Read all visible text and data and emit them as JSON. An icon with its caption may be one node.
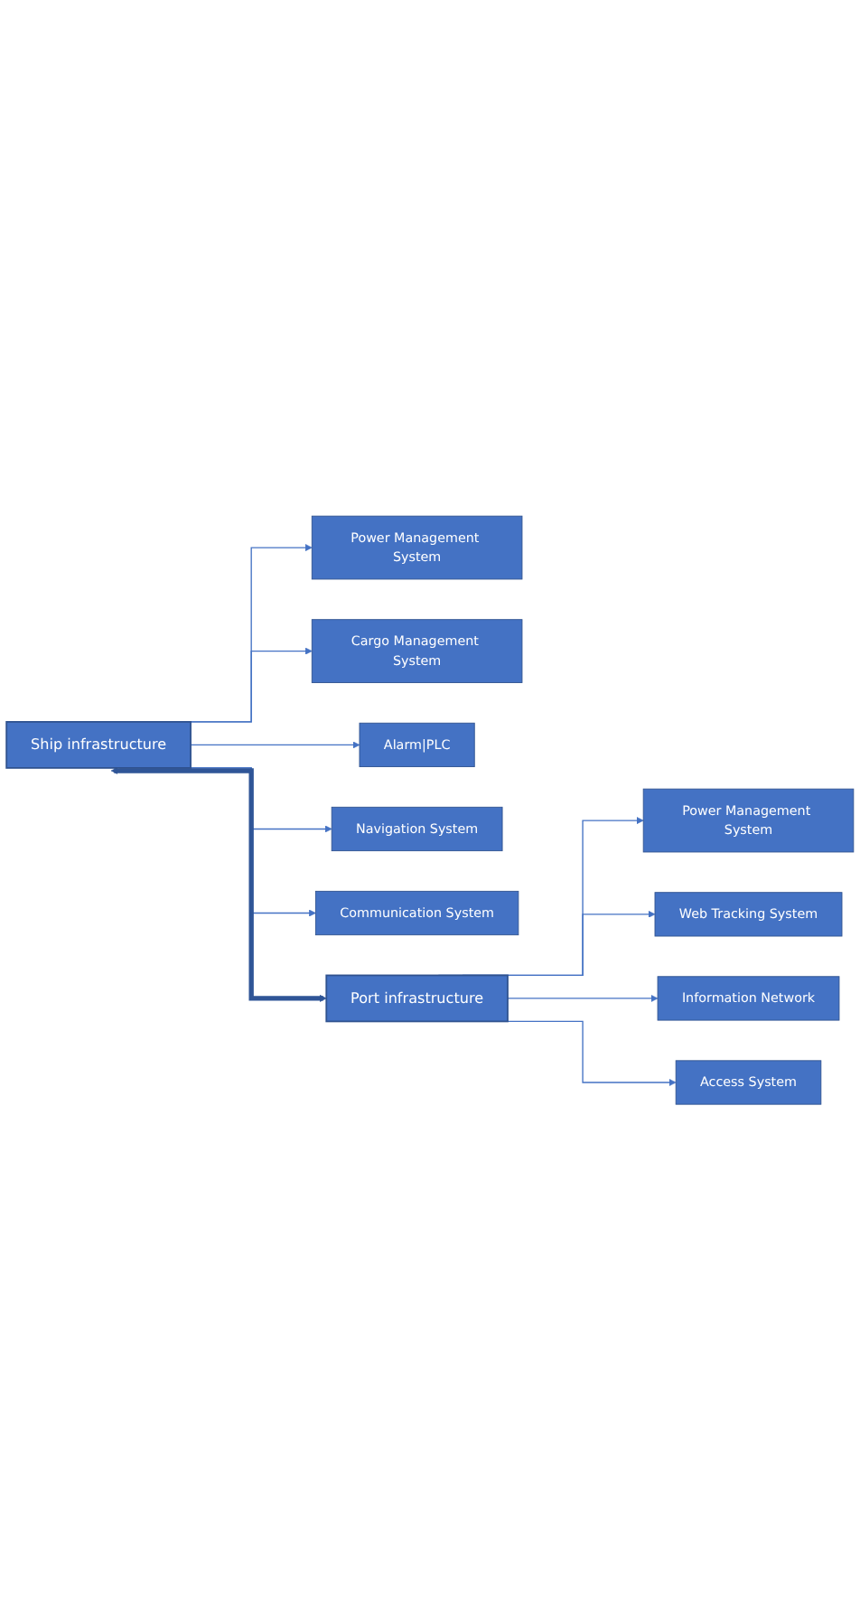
{
  "diagram": {
    "nodes": [
      {
        "text": [
          "Ship infrastructure"
        ]
      },
      {
        "text": [
          "Power Management System"
        ]
      },
      {
        "text": [
          "Cargo Management System"
        ]
      },
      {
        "text": [
          "Alarm|PLC"
        ]
      },
      {
        "text": [
          "Navigation System"
        ]
      },
      {
        "text": [
          "Communication System"
        ]
      },
      {
        "text": [
          "Port infrastructure"
        ]
      },
      {
        "text": [
          "Power Management System"
        ]
      },
      {
        "text": [
          "Web Tracking System"
        ]
      },
      {
        "text": [
          "Information Network"
        ]
      },
      {
        "text": [
          "Access System"
        ]
      }
    ],
    "edges": [
      {
        "from": 0,
        "to": 1,
        "arrow": "to"
      },
      {
        "from": 0,
        "to": 2,
        "arrow": "to"
      },
      {
        "from": 0,
        "to": 3,
        "arrow": "to"
      },
      {
        "from": 0,
        "to": 4,
        "arrow": "to"
      },
      {
        "from": 0,
        "to": 5,
        "arrow": "to"
      },
      {
        "from": 0,
        "to": 6,
        "arrow": "both",
        "style": "thick",
        "color": "#2f5597"
      },
      {
        "from": 6,
        "to": 7,
        "arrow": "to"
      },
      {
        "from": 6,
        "to": 8,
        "arrow": "to"
      },
      {
        "from": 6,
        "to": 9,
        "arrow": "to"
      },
      {
        "from": 6,
        "to": 10,
        "arrow": "to"
      }
    ]
  }
}
